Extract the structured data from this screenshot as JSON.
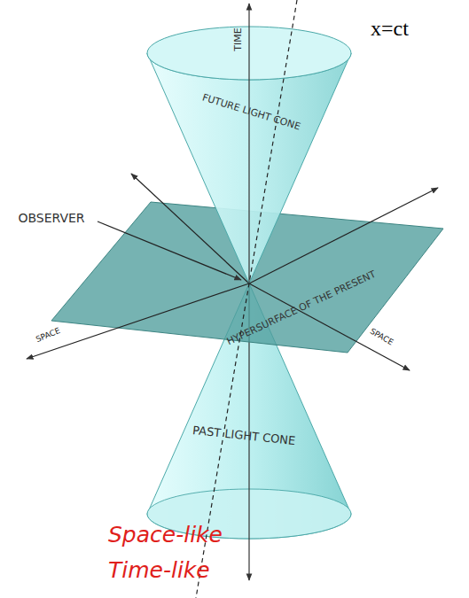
{
  "diagram": {
    "labels": [
      "x=ct",
      "TIME",
      "FUTURE LIGHT CONE",
      "OBSERVER",
      "SPACE",
      "HYPERSURFACE OF THE PRESENT",
      "SPACE",
      "PAST LIGHT CONE",
      "Space-like",
      "Time-like"
    ]
  }
}
